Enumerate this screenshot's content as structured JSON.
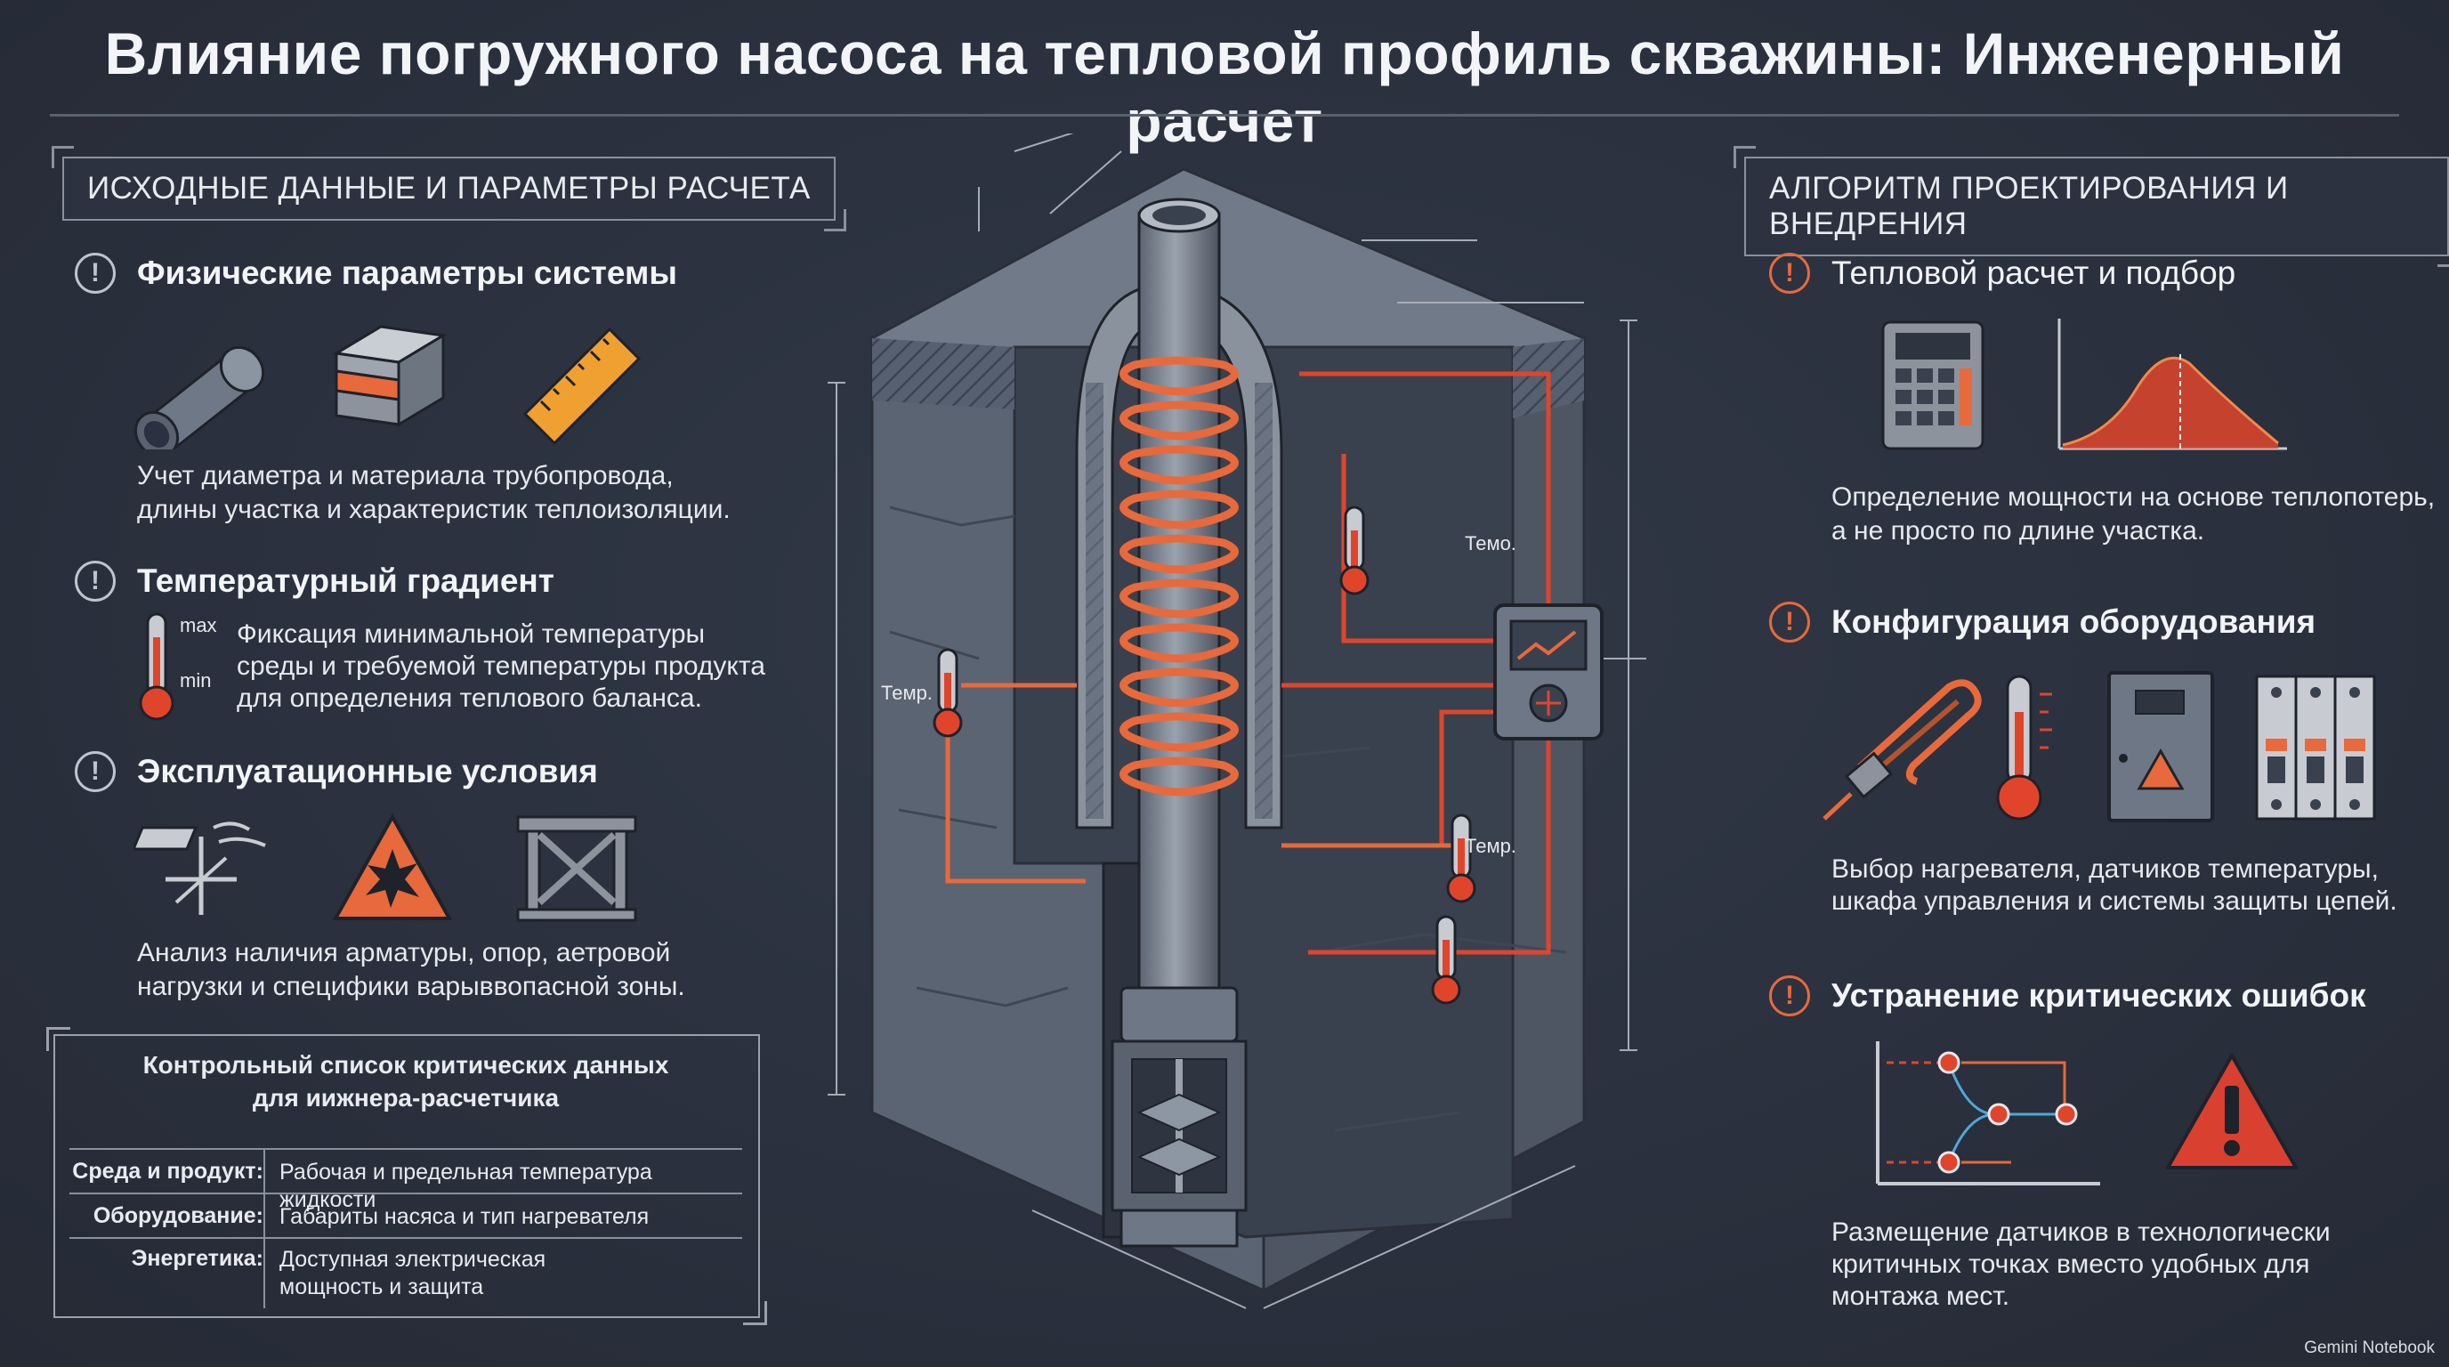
{
  "title": "Влияние погружного насоса на тепловой профиль скважины: Инженерный расчет",
  "left": {
    "section_title": "ИСХОДНЫЕ ДАННЫЕ И ПАРАМЕТРЫ РАСЧЕТА",
    "blocks": [
      {
        "heading": "Физические параметры системы",
        "text": [
          "Учет диаметра и материала трубопровода,",
          "длины участка и характеристик теплоизоляции."
        ]
      },
      {
        "heading": "Температурный градиент",
        "text": [
          "Фиксация минимальной температуры",
          "среды и требуемой температуры продукта",
          "для определения теплового баланса."
        ],
        "max_label": "max",
        "min_label": "min"
      },
      {
        "heading": "Эксплуатационные условия",
        "text": [
          "Анализ наличия арматуры, опор, аетровой",
          "нагрузки и специфики варыввопасной зоны."
        ]
      }
    ],
    "checklist": {
      "title": [
        "Контрольный список критических данных",
        "для иижнера-расчетчика"
      ],
      "rows": [
        {
          "key": "Среда и продукт:",
          "value": [
            "Рабочая и предельная температура жидкости"
          ]
        },
        {
          "key": "Оборудование:",
          "value": [
            "Габариты насяса и тип нагревателя"
          ]
        },
        {
          "key": "Энергетика:",
          "value": [
            "Доступная электрическая",
            "мощность и защита"
          ]
        }
      ]
    }
  },
  "center": {
    "sensor_labels": [
      "Темо.",
      "Темр.",
      "Темр."
    ]
  },
  "right": {
    "section_title": "АЛГОРИТМ ПРОЕКТИРОВАНИЯ И ВНЕДРЕНИЯ",
    "blocks": [
      {
        "heading": "Тепловой расчет и подбор",
        "text": [
          "Определение мощности на основе теплопотерь,",
          "а не просто по длине участка."
        ]
      },
      {
        "heading": "Конфигурация оборудования",
        "text": [
          "Выбор нагревателя, датчиков температуры,",
          "шкафа управления и системы защиты цепей."
        ]
      },
      {
        "heading": "Устранение критических ошибок",
        "text": [
          "Размещение датчиков в технологически",
          "критичных точках вместо удобных для",
          "монтажа мест."
        ]
      }
    ]
  },
  "colors": {
    "accent": "#e8693b",
    "background": "#2b3140",
    "heat_red": "#e0452c",
    "metal": "#7c8593"
  },
  "footer_logo": "Gemini Notebook"
}
